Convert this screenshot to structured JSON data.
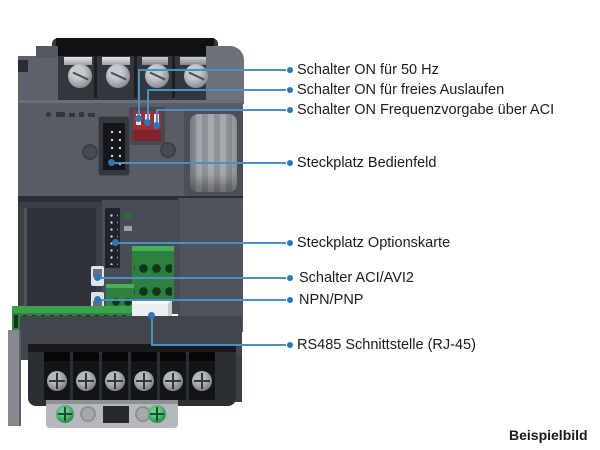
{
  "figure": {
    "type": "annotated-product-photo",
    "subject": "frequency-inverter-front-view",
    "footer_label": "Beispielbild"
  },
  "callouts": [
    {
      "label": "Schalter ON für 50 Hz"
    },
    {
      "label": "Schalter ON für freies Auslaufen"
    },
    {
      "label": "Schalter ON Frequenzvorgabe über ACI"
    },
    {
      "label": "Steckplatz Bedienfeld"
    },
    {
      "label": "Steckplatz Optionskarte"
    },
    {
      "label": "Schalter ACI/AVI2"
    },
    {
      "label": "NPN/PNP"
    },
    {
      "label": "RS485 Schnittstelle (RJ-45)"
    }
  ],
  "colors": {
    "callout_line": "#4c8fc4",
    "callout_dot": "#2e75b5",
    "label_text": "#1c1c1c",
    "device_body_gray": "#585c64",
    "dip_switch_red": "#9c2f38",
    "terminal_green": "#2e8040",
    "rj45_white": "#eceef1",
    "background": "#ffffff"
  }
}
